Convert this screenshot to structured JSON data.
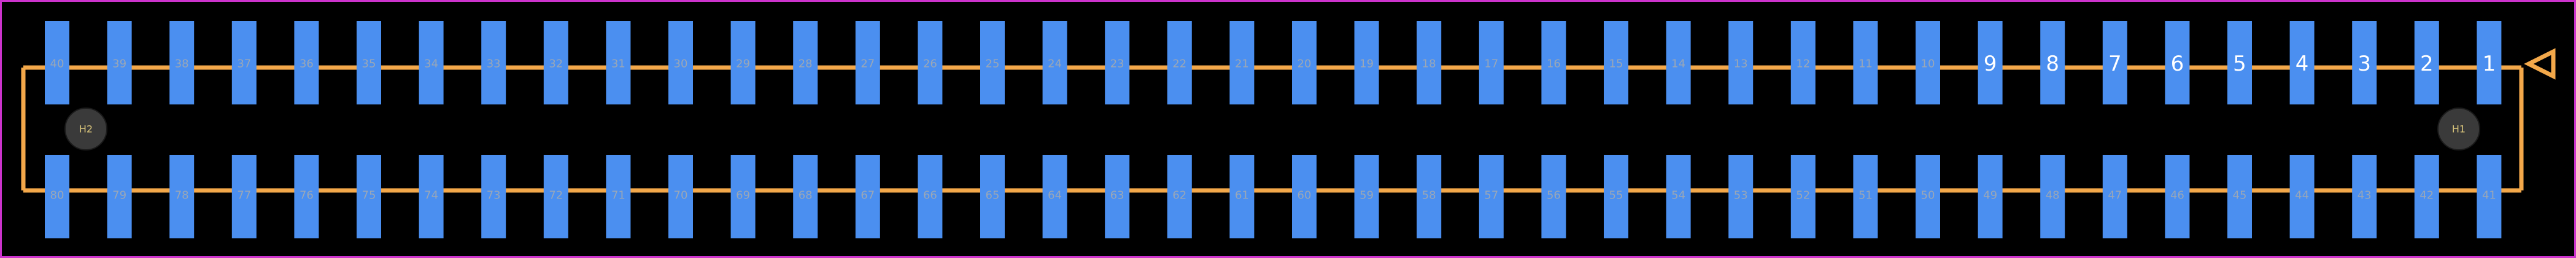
{
  "colors": {
    "background": "#000000",
    "border": "#cc33cc",
    "outline": "#f3a84a",
    "pad": "#4b8ff0",
    "pad_label_dim": "#9aa7b7",
    "pad_label_bright": "#ffffff",
    "mount_hole": "#3a3a3a",
    "mount_hole_label": "#d6c27a",
    "pin1_marker": "#f3a84a"
  },
  "diagram": {
    "top_row": [
      "40",
      "39",
      "38",
      "37",
      "36",
      "35",
      "34",
      "33",
      "32",
      "31",
      "30",
      "29",
      "28",
      "27",
      "26",
      "25",
      "24",
      "23",
      "22",
      "21",
      "20",
      "19",
      "18",
      "17",
      "16",
      "15",
      "14",
      "13",
      "12",
      "11",
      "10",
      "9",
      "8",
      "7",
      "6",
      "5",
      "4",
      "3",
      "2",
      "1"
    ],
    "bottom_row": [
      "80",
      "79",
      "78",
      "77",
      "76",
      "75",
      "74",
      "73",
      "72",
      "71",
      "70",
      "69",
      "68",
      "67",
      "66",
      "65",
      "64",
      "63",
      "62",
      "61",
      "60",
      "59",
      "58",
      "57",
      "56",
      "55",
      "54",
      "53",
      "52",
      "51",
      "50",
      "49",
      "48",
      "47",
      "46",
      "45",
      "44",
      "43",
      "42",
      "41"
    ],
    "mount_holes": [
      "H2",
      "H1"
    ],
    "pin1_marker": "pin-1-triangle-icon"
  }
}
